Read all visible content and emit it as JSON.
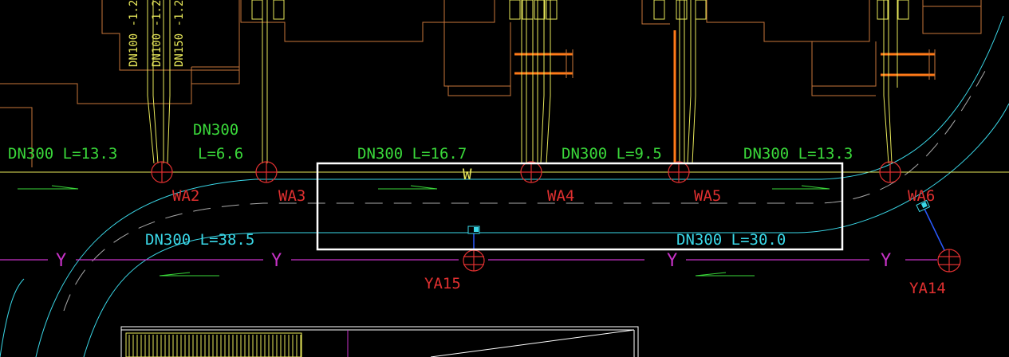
{
  "colors": {
    "background": "#000000",
    "building": "#c8763a",
    "pipe_yellow": "#e8e85a",
    "label_green": "#3ad83a",
    "label_red": "#e03030",
    "label_cyan": "#3ad8e8",
    "rain_magenta": "#c832c8",
    "orange_pipe": "#ff7a18",
    "selection_box": "#ffffff"
  },
  "drawing": {
    "vertical_pipe_labels": [
      "DN100 -1.20",
      "DN100 -1.20",
      "DN150 -1.20"
    ],
    "sewer_line_label": "W",
    "rain_line_label": "Y",
    "sewer_segments": [
      "DN300 L=13.3",
      "DN300",
      "L=6.6",
      "DN300 L=16.7",
      "DN300 L=9.5",
      "DN300 L=13.3"
    ],
    "sewer_manholes": [
      "WA2",
      "WA3",
      "WA4",
      "WA5",
      "WA6"
    ],
    "rain_segments": [
      "DN300 L=38.5",
      "DN300 L=30.0"
    ],
    "rain_manholes": [
      "YA15",
      "YA14"
    ]
  }
}
